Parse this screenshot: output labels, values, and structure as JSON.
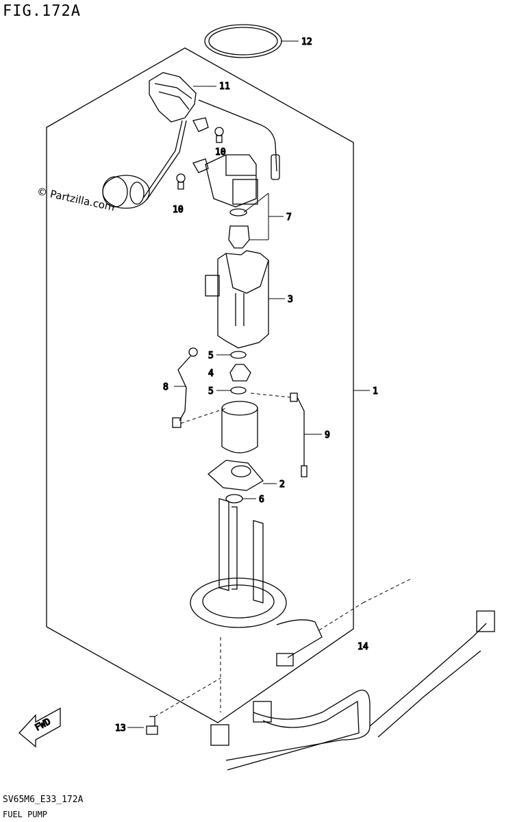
{
  "figure": {
    "title": "FIG.172A",
    "code": "SV65M6_E33_172A",
    "name": "FUEL PUMP",
    "watermark": "© Partzilla.com",
    "fwd_label": "FWD"
  },
  "callouts": [
    "12",
    "11",
    "10",
    "10",
    "7",
    "3",
    "5",
    "4",
    "5",
    "8",
    "9",
    "2",
    "6",
    "1",
    "14",
    "13"
  ]
}
